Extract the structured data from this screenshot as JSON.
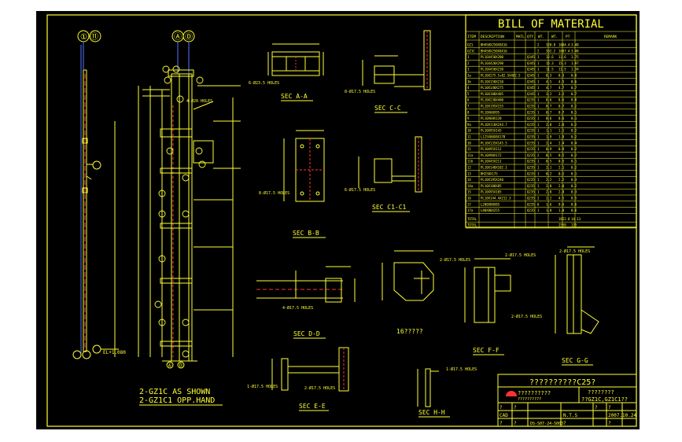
{
  "drawing": {
    "grid_bubbles": [
      "①",
      "⑪",
      "Ⓐ",
      "Ⓓ"
    ],
    "grid_bubbles_bottom": [
      "①",
      "⑪",
      "Ⓐ",
      "Ⓓ"
    ],
    "main_label_1": "2-GZ1C AS SHOWN",
    "main_label_2": "2-GZ1C1 OPP.HAND",
    "elevation_note": "EL+1.080",
    "top_note": "4-Ø20 HOLES",
    "sections": {
      "a": "SEC A-A",
      "c": "SEC C-C",
      "c1": "SEC C1-C1",
      "b": "SEC B-B",
      "d": "SEC D-D",
      "n16": "16?????",
      "f": "SEC F-F",
      "g": "SEC G-G",
      "e": "SEC E-E",
      "h": "SEC H-H"
    },
    "hole_notes": {
      "a": "6-Ø23.5 HOLES",
      "c": "8-Ø17.5 HOLES",
      "b": "8-Ø17.5 HOLES",
      "c1": "6-Ø17.5 HOLES",
      "d": "4-Ø17.5 HOLES",
      "n16": "2-Ø17.5 HOLES",
      "f1": "2-Ø17.5 HOLES",
      "f2": "2-Ø17.5 HOLES",
      "g": "2-Ø17.5 HOLES",
      "e1": "1-Ø17.5 HOLES",
      "e2": "2-Ø17.5 HOLES",
      "h": "1-Ø17.5 HOLES"
    }
  },
  "bom": {
    "title": "BILL OF MATERIAL",
    "headers": [
      "ITEM",
      "DESCRIPTION",
      "MATL",
      "QTY.",
      "WT.",
      "WT.",
      "PT",
      "REMARK"
    ],
    "rows": [
      [
        "GZ1",
        "BH450X250X8X16",
        "",
        "2",
        "320.8",
        "1604.4",
        "3.48"
      ],
      [
        "GZ1C",
        "BH450X250X8X16",
        "",
        "2",
        "332.2",
        "1607.4",
        "3.48"
      ],
      [
        "1",
        "PL16X450X200",
        "Q345",
        "1",
        "12.6",
        "12.6",
        "1.75"
      ],
      [
        "2",
        "PL16X420X290",
        "Q345",
        "1",
        "15.3",
        "15.3",
        "1.97"
      ],
      [
        "3",
        "PL10X450X230",
        "Q345",
        "1",
        "11.5",
        "11.5",
        "1.34"
      ],
      [
        "3a",
        "PL10X275.5+82.5X482.5",
        "Q345",
        "1",
        "8.3",
        "8.3",
        "0.8"
      ],
      [
        "3b",
        "PL10X150X210",
        "Q345",
        "1",
        "4.5",
        "4.5",
        "0.6"
      ],
      [
        "4",
        "PL10X140X275",
        "Q345",
        "1",
        "4.7",
        "4.7",
        "0.7"
      ],
      [
        "5",
        "PL10X100X405",
        "Q345",
        "1",
        "3.2",
        "3.2",
        "0.7"
      ],
      [
        "6",
        "PL10X230X400",
        "Q235",
        "1",
        "8.6",
        "8.6",
        "0.8"
      ],
      [
        "7",
        "PL10X195X155",
        "Q235",
        "1",
        "0.7",
        "0.7",
        "0.2"
      ],
      [
        "8",
        "PL10X60X95",
        "Q235",
        "1",
        "0.7",
        "0.7",
        "0.1"
      ],
      [
        "9",
        "PL10X60X120",
        "Q235",
        "1",
        "0.6",
        "0.6",
        "0.1"
      ],
      [
        "9a",
        "PL10X110X244.7",
        "Q235",
        "1",
        "2.0",
        "2.0",
        "0.2"
      ],
      [
        "10",
        "PL10X95X145",
        "Q235",
        "1",
        "1.1",
        "1.1",
        "0.2"
      ],
      [
        "11",
        "L125X80X8X178",
        "Q235",
        "1",
        "1.9",
        "1.9",
        "0.2"
      ],
      [
        "10",
        "PL10X135X145.5",
        "Q235",
        "1",
        "2.4",
        "2.4",
        "0.4"
      ],
      [
        "11",
        "PL10X95X112",
        "Q235",
        "1",
        "0.9",
        "0.9",
        "0.2"
      ],
      [
        "11a",
        "PL10X90X172",
        "Q235",
        "2",
        "0.5",
        "0.5",
        "0.2"
      ],
      [
        "11b",
        "PL10X45X211",
        "Q235",
        "1",
        "0.5",
        "0.5",
        "0.1"
      ],
      [
        "12",
        "PL10X140X102.1",
        "Q235",
        "1",
        "2.1",
        "2.1",
        "0.2"
      ],
      [
        "13",
        "BH250X175",
        "Q235",
        "1",
        "0.2",
        "0.2",
        "0.1"
      ],
      [
        "14",
        "PL10X195X240",
        "Q235",
        "1",
        "2.2",
        "2.2",
        "0.3"
      ],
      [
        "14a",
        "PL10X100X85",
        "Q235",
        "1",
        "2.0",
        "2.0",
        "0.2"
      ],
      [
        "15",
        "PL10X95X105",
        "Q235",
        "1",
        "2.0",
        "2.0",
        "0.3"
      ],
      [
        "16",
        "PL10X144.4X212.3",
        "Q235",
        "2",
        "2.2",
        "4.5",
        "0.5"
      ],
      [
        "17",
        "L200X80X85",
        "Q235",
        "6",
        "1.6",
        "9.6",
        "0.6"
      ],
      [
        "17a",
        "L80X80X255",
        "Q235",
        "1",
        "1.0",
        "1.0",
        "0.6"
      ]
    ],
    "total_rows": [
      [
        "TOTAL",
        "",
        "",
        "",
        "",
        "1652.8",
        "14.13"
      ],
      [
        "TOTAL",
        "",
        "",
        "",
        "",
        "2550",
        "135"
      ]
    ]
  },
  "title_block": {
    "company_title": "??????????C25?",
    "company_name": "??????????",
    "drawing_title": "????????",
    "drawing_subtitle": "??GZ1C,GZ1C1??",
    "r1": [
      "?",
      "?",
      "",
      "",
      "?",
      "?"
    ],
    "r2": [
      "CAD",
      "",
      "",
      "N.T.S",
      "",
      "2007.10.24"
    ],
    "r3": [
      "?",
      "?",
      "DS-S07-24-S003",
      "?",
      "",
      "?"
    ],
    "q": "?",
    "q2": "??"
  }
}
